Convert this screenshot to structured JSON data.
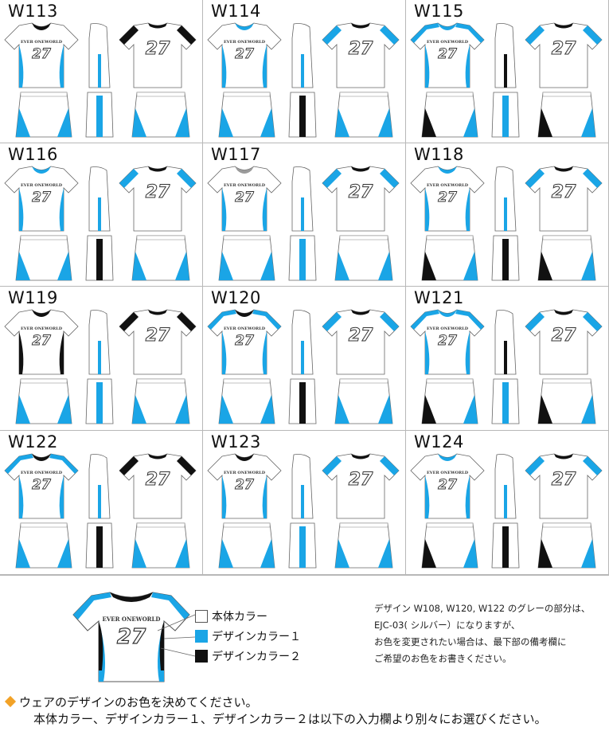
{
  "colors": {
    "blue": "#1aa5e6",
    "black": "#111111",
    "grey": "#9a9a9a",
    "white": "#ffffff"
  },
  "designs": [
    {
      "code": "W113",
      "variant": 0
    },
    {
      "code": "W114",
      "variant": 1
    },
    {
      "code": "W115",
      "variant": 2
    },
    {
      "code": "W116",
      "variant": 3
    },
    {
      "code": "W117",
      "variant": 4
    },
    {
      "code": "W118",
      "variant": 5
    },
    {
      "code": "W119",
      "variant": 6
    },
    {
      "code": "W120",
      "variant": 7
    },
    {
      "code": "W121",
      "variant": 8
    },
    {
      "code": "W122",
      "variant": 9
    },
    {
      "code": "W123",
      "variant": 10
    },
    {
      "code": "W124",
      "variant": 11
    }
  ],
  "jersey": {
    "team_name": "EVER ONEWORLD",
    "number": "27"
  },
  "legend": {
    "items": [
      {
        "label": "本体カラー",
        "color": "#ffffff"
      },
      {
        "label": "デザインカラー１",
        "color": "#1aa5e6"
      },
      {
        "label": "デザインカラー２",
        "color": "#111111"
      }
    ]
  },
  "note": {
    "lines": [
      "デザイン W108, W120, W122 のグレーの部分は、",
      "EJC-03( シルバー）になりますが、",
      "お色を変更されたい場合は、最下部の備考欄に",
      "ご希望のお色をお書きください。"
    ]
  },
  "instruction": {
    "line1": "ウェアのデザインのお色を決めてください。",
    "line2": "本体カラー、デザインカラー１、デザインカラー２は以下の入力欄より別々にお選びください。"
  }
}
